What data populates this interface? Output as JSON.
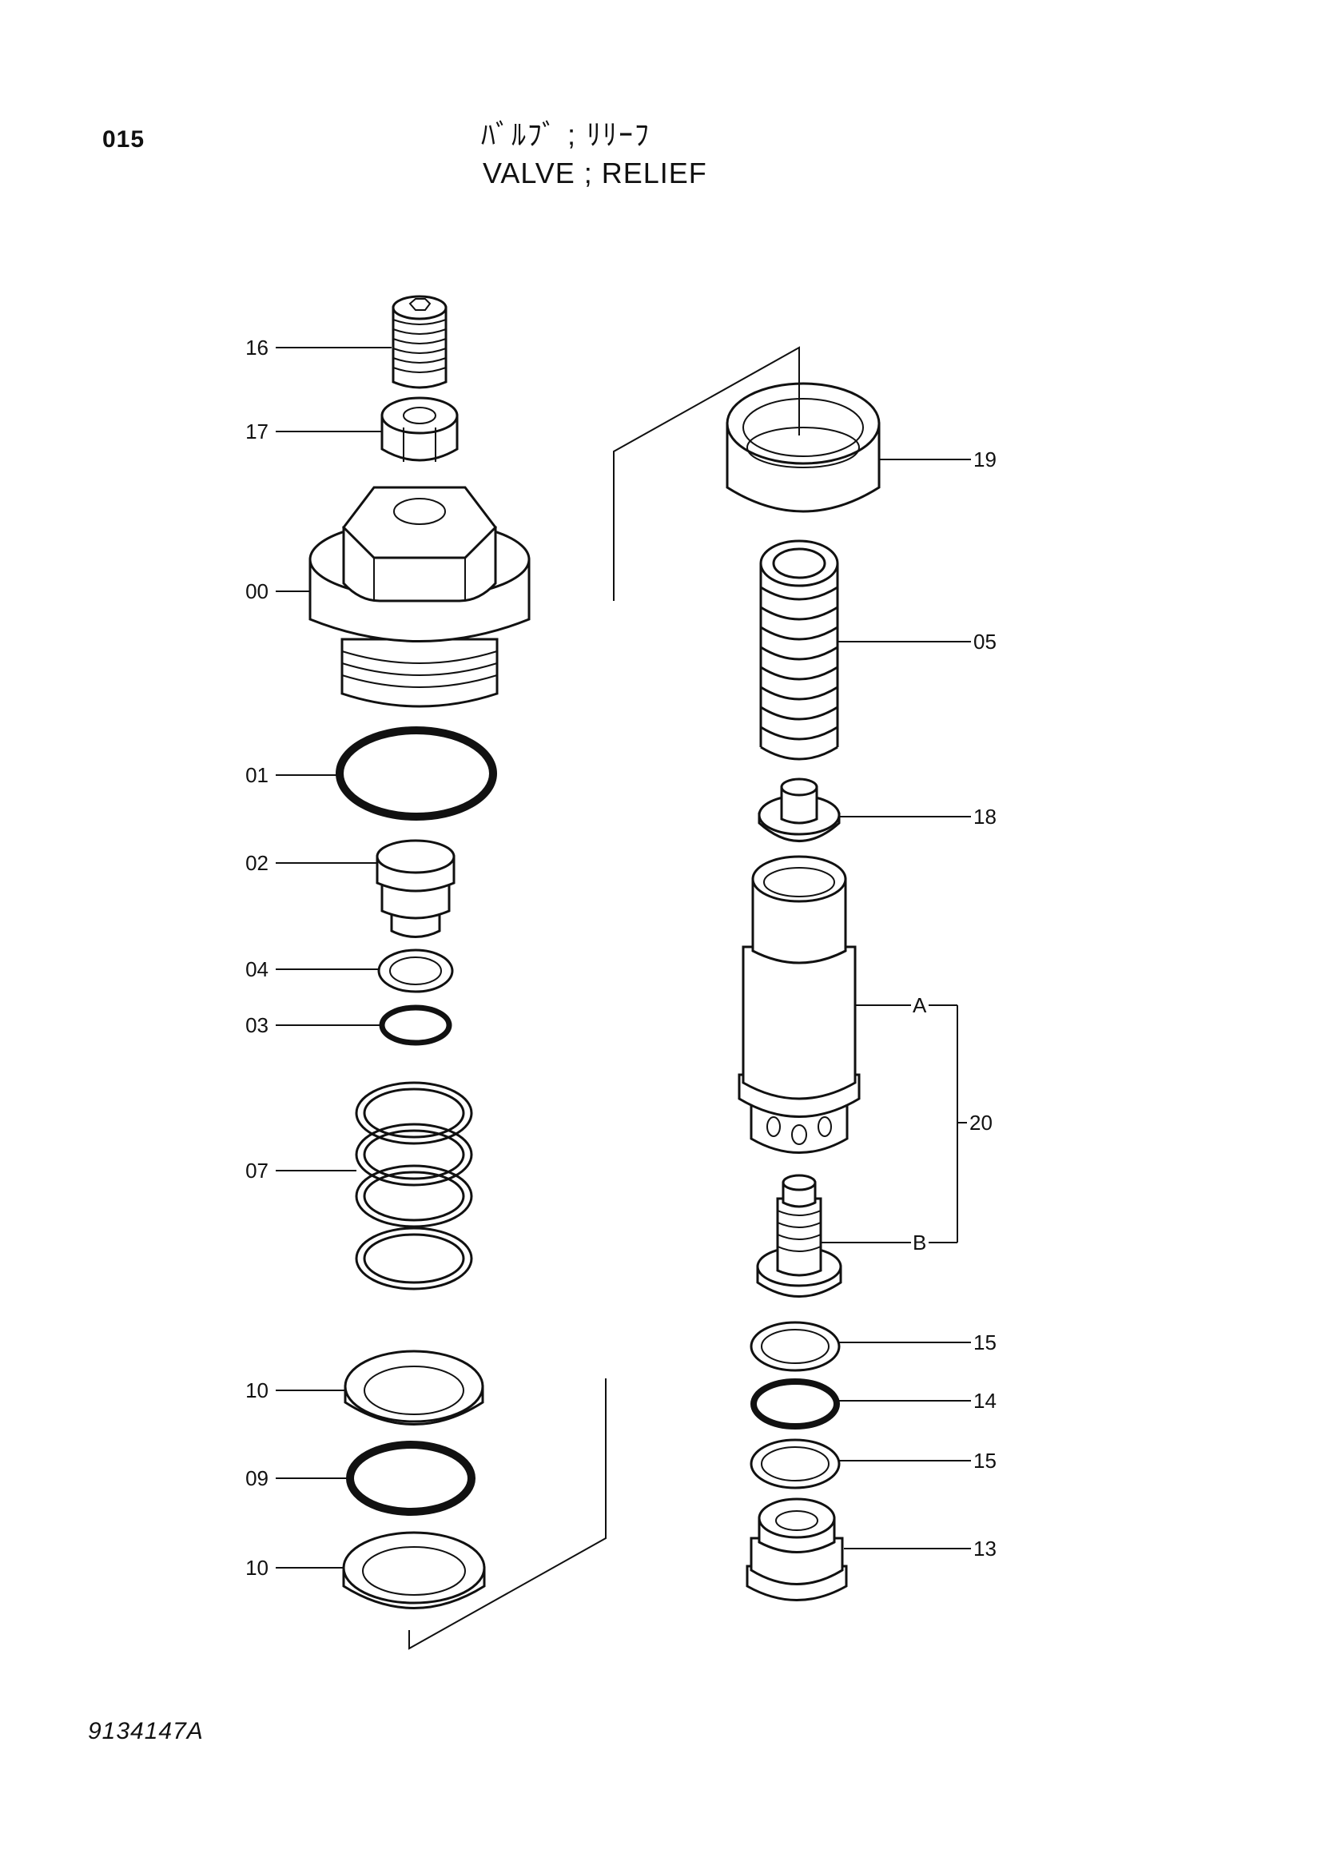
{
  "header": {
    "page_number": "015",
    "title_jp": "ﾊﾞﾙﾌﾞ ; ﾘﾘｰﾌ",
    "title_en": "VALVE ; RELIEF"
  },
  "footer": {
    "drawing_number": "9134147A"
  },
  "callouts": {
    "c16": "16",
    "c17": "17",
    "c00": "00",
    "c01": "01",
    "c02": "02",
    "c04": "04",
    "c03": "03",
    "c07": "07",
    "c10a": "10",
    "c09": "09",
    "c10b": "10",
    "c19": "19",
    "c05": "05",
    "c18": "18",
    "cA": "A",
    "c20": "20",
    "cB": "B",
    "c15a": "15",
    "c14": "14",
    "c15b": "15",
    "c13": "13"
  }
}
